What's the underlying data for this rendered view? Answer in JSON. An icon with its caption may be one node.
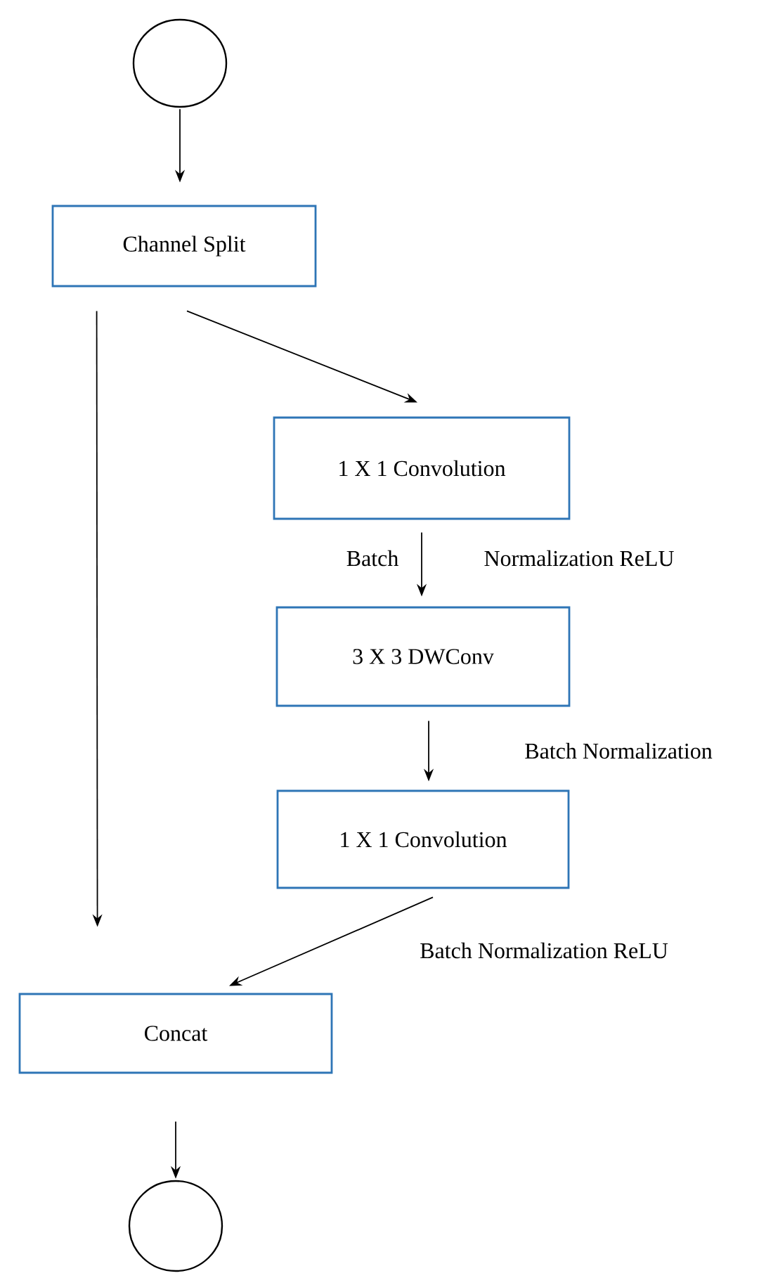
{
  "diagram": {
    "nodes": [
      {
        "text": [],
        "shape": "circle"
      },
      {
        "text": [
          "Channel Split"
        ]
      },
      {
        "text": [
          "1 X 1 Convolution"
        ]
      },
      {
        "text": [
          "3 X 3 DWConv"
        ]
      },
      {
        "text": [
          "1 X 1 Convolution"
        ]
      },
      {
        "text": [
          "Concat"
        ]
      },
      {
        "text": [],
        "shape": "circle"
      }
    ],
    "edges": [
      {
        "from": 0,
        "to": 1,
        "arrow": "to"
      },
      {
        "from": 1,
        "to": 5,
        "arrow": "to"
      },
      {
        "from": 1,
        "to": 2,
        "arrow": "to"
      },
      {
        "from": 2,
        "to": 3,
        "arrow": "to"
      },
      {
        "from": 3,
        "to": 4,
        "arrow": "to",
        "label": "Batch Normalization"
      },
      {
        "from": 4,
        "to": 5,
        "arrow": "to",
        "label": "Batch Normalization ReLU"
      },
      {
        "from": 5,
        "to": 6,
        "arrow": "to"
      }
    ],
    "labels": [
      "Batch",
      "Normalization ReLU"
    ]
  }
}
